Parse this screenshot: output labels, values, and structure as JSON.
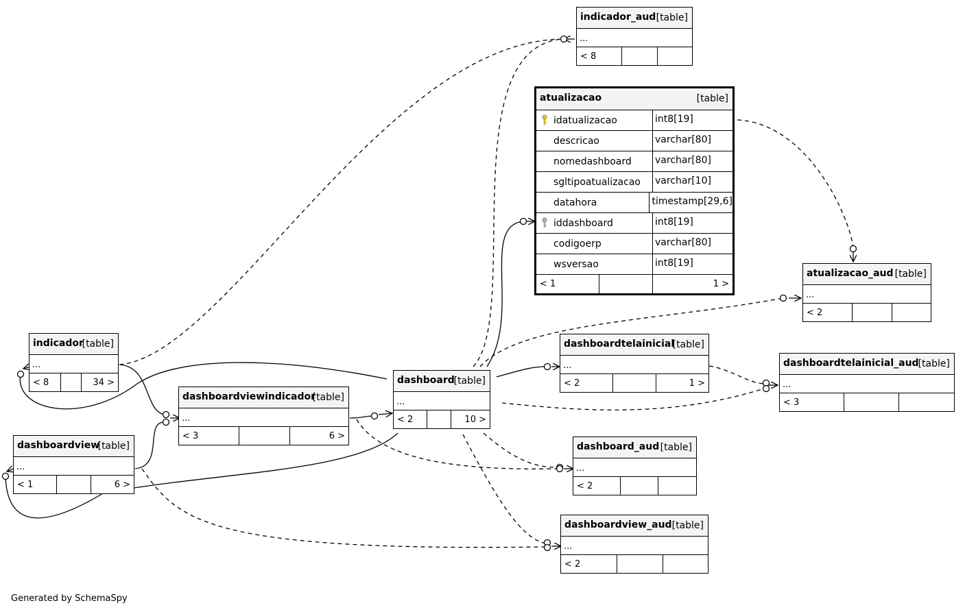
{
  "footer": "Generated by SchemaSpy",
  "tables": {
    "indicador_aud": {
      "name": "indicador_aud",
      "tag": "[table]",
      "dots": "...",
      "f1": "< 8",
      "f2": "",
      "f3": ""
    },
    "atualizacao_aud": {
      "name": "atualizacao_aud",
      "tag": "[table]",
      "dots": "...",
      "f1": "< 2",
      "f2": "",
      "f3": ""
    },
    "indicador": {
      "name": "indicador",
      "tag": "[table]",
      "dots": "...",
      "f1": "< 8",
      "f2": "",
      "f3": "34 >"
    },
    "dashboard": {
      "name": "dashboard",
      "tag": "[table]",
      "dots": "...",
      "f1": "< 2",
      "f2": "",
      "f3": "10 >"
    },
    "dashboardtelainicial": {
      "name": "dashboardtelainicial",
      "tag": "[table]",
      "dots": "...",
      "f1": "< 2",
      "f2": "",
      "f3": "1 >"
    },
    "dashboardtelainicial_aud": {
      "name": "dashboardtelainicial_aud",
      "tag": "[table]",
      "dots": "...",
      "f1": "< 3",
      "f2": "",
      "f3": ""
    },
    "dashboardviewindicador": {
      "name": "dashboardviewindicador",
      "tag": "[table]",
      "dots": "...",
      "f1": "< 3",
      "f2": "",
      "f3": "6 >"
    },
    "dashboardview": {
      "name": "dashboardview",
      "tag": "[table]",
      "dots": "...",
      "f1": "< 1",
      "f2": "",
      "f3": "6 >"
    },
    "dashboard_aud": {
      "name": "dashboard_aud",
      "tag": "[table]",
      "dots": "...",
      "f1": "< 2",
      "f2": "",
      "f3": ""
    },
    "dashboardview_aud": {
      "name": "dashboardview_aud",
      "tag": "[table]",
      "dots": "...",
      "f1": "< 2",
      "f2": "",
      "f3": ""
    }
  },
  "atualizacao": {
    "name": "atualizacao",
    "tag": "[table]",
    "columns": [
      {
        "name": "idatualizacao",
        "type": "int8[19]",
        "key": "primary"
      },
      {
        "name": "descricao",
        "type": "varchar[80]",
        "key": ""
      },
      {
        "name": "nomedashboard",
        "type": "varchar[80]",
        "key": ""
      },
      {
        "name": "sgltipoatualizacao",
        "type": "varchar[10]",
        "key": ""
      },
      {
        "name": "datahora",
        "type": "timestamp[29,6]",
        "key": ""
      },
      {
        "name": "iddashboard",
        "type": "int8[19]",
        "key": "foreign"
      },
      {
        "name": "codigoerp",
        "type": "varchar[80]",
        "key": ""
      },
      {
        "name": "wsversao",
        "type": "int8[19]",
        "key": ""
      }
    ],
    "f1": "< 1",
    "f2": "",
    "f3": "1 >"
  }
}
